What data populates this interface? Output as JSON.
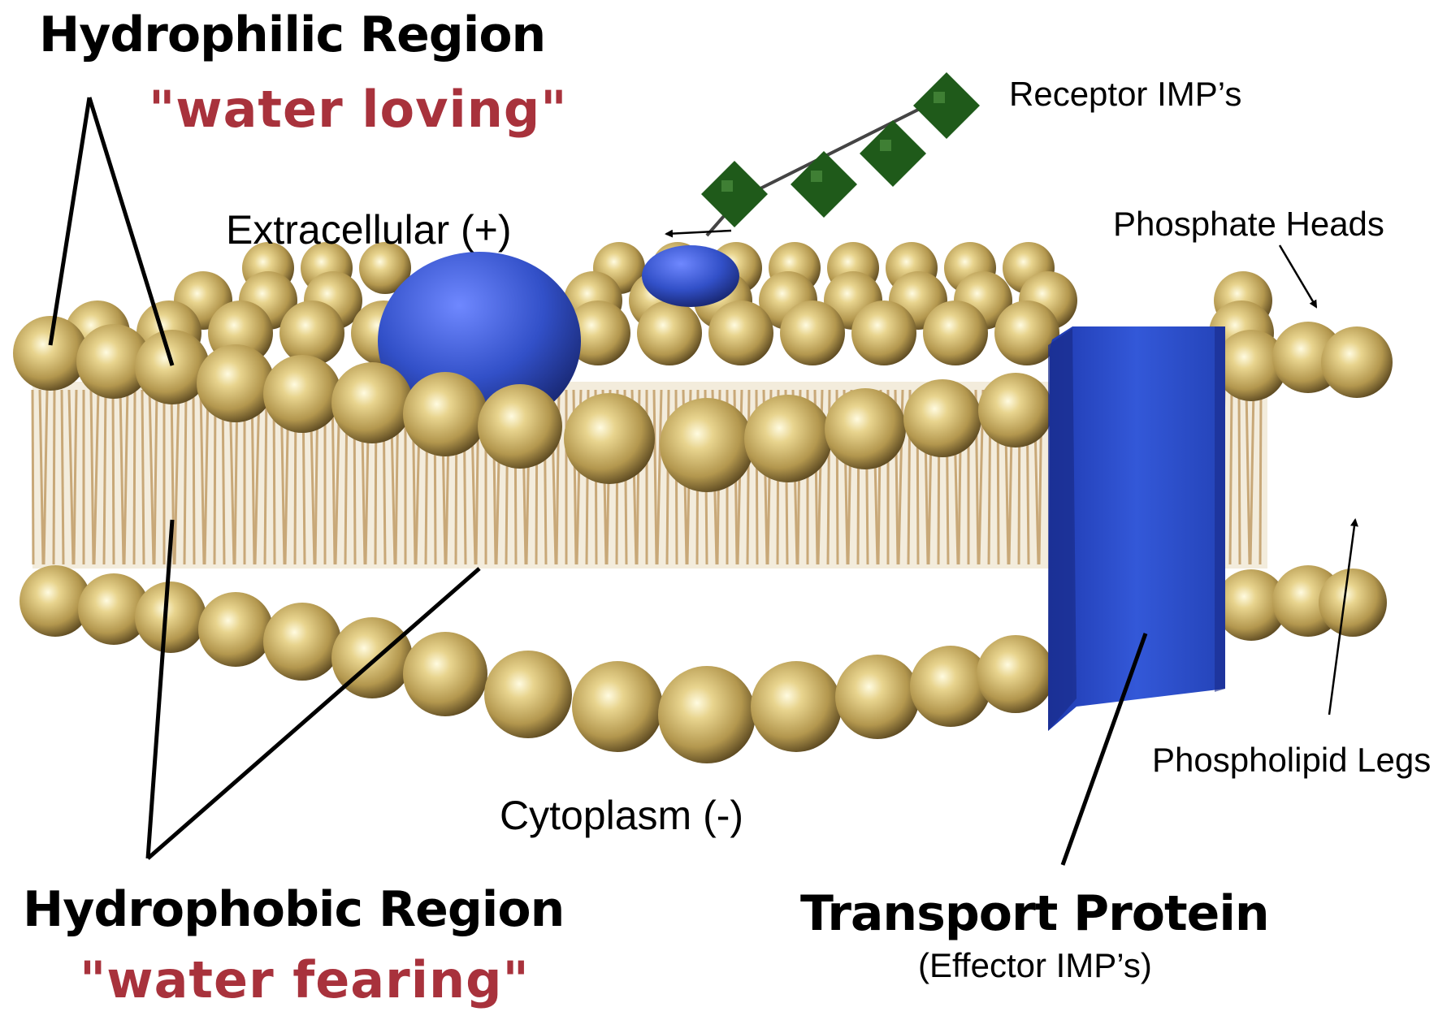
{
  "labels": {
    "hydrophilic_title": "Hydrophilic Region",
    "hydrophilic_sub": "\"water loving\"",
    "receptor": "Receptor IMP’s",
    "extracellular": "Extracellular (+)",
    "phosphate_heads": "Phosphate Heads",
    "phospholipid_legs": "Phospholipid Legs",
    "cytoplasm": "Cytoplasm (-)",
    "hydrophobic_title": "Hydrophobic Region",
    "hydrophobic_sub": "\"water fearing\"",
    "transport_title": "Transport Protein",
    "transport_sub": "(Effector IMP’s)"
  },
  "colors": {
    "phosphate_head": "#c9b06a",
    "phosphate_head_shadow": "#5e4b22",
    "lipid_tail": "#c8a878",
    "protein_blue": "#2e4fc8",
    "receptor_green": "#1f5a1a",
    "label_red": "#a8323c"
  }
}
